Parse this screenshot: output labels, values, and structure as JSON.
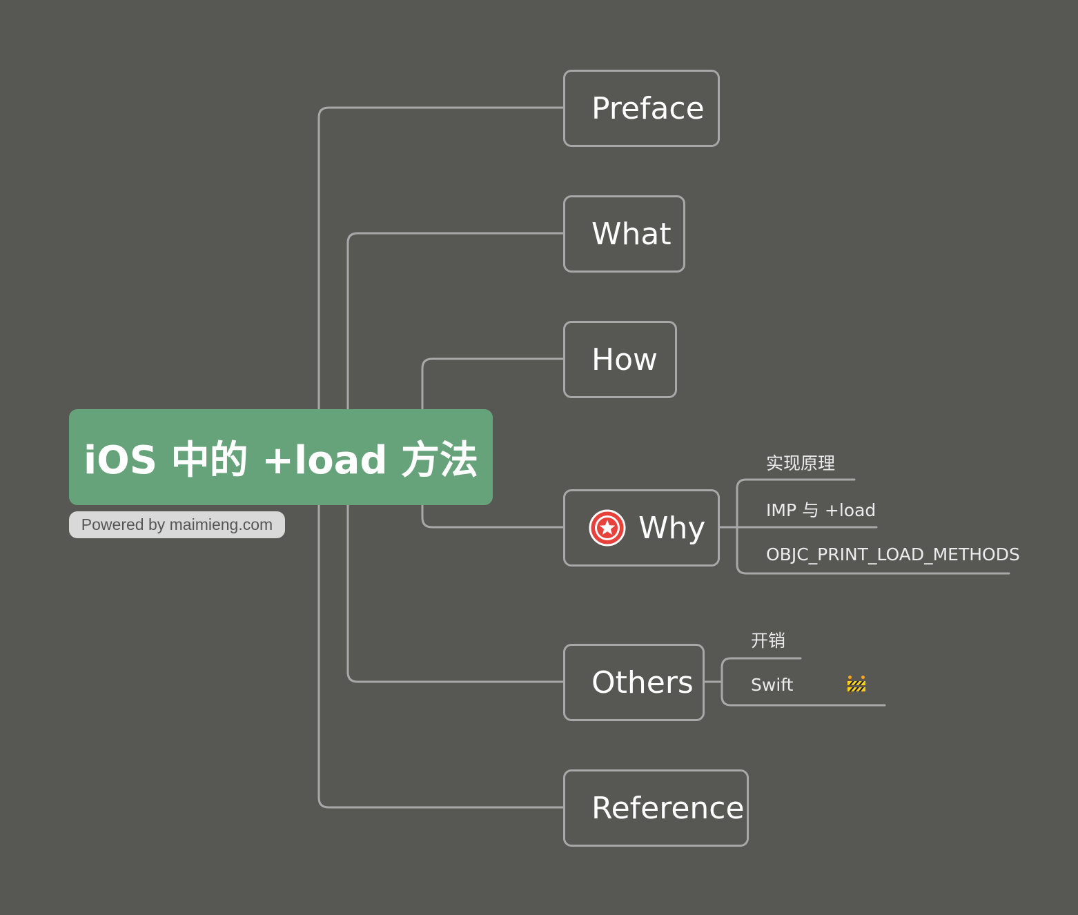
{
  "root": {
    "title": "iOS 中的 +load 方法",
    "color": "#66a37a"
  },
  "watermark": {
    "text": "Powered by maimieng.com"
  },
  "topics": {
    "preface": "Preface",
    "what": "What",
    "how": "How",
    "why": "Why",
    "others": "Others",
    "reference": "Reference"
  },
  "why_subtopics": [
    "实现原理",
    "IMP 与 +load",
    "OBJC_PRINT_LOAD_METHODS"
  ],
  "others_subtopics": [
    "开销",
    "Swift"
  ],
  "markers": {
    "why": "star-icon",
    "swift": "construction-icon"
  },
  "colors": {
    "background": "#575854",
    "line": "#a8a8a8",
    "star": "#e8413b"
  }
}
